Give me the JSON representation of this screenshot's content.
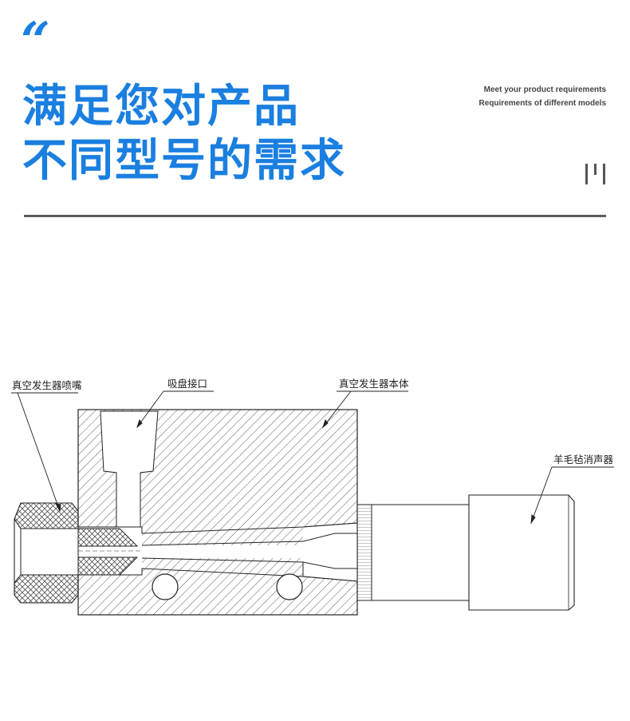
{
  "header": {
    "quote_mark": "“",
    "title_line1": "满足您对产品",
    "title_line2": "不同型号的需求",
    "subtitle_line1": "Meet your product requirements",
    "subtitle_line2": "Requirements of different models"
  },
  "diagram": {
    "label_nozzle": "真空发生器喷嘴",
    "label_suction_port": "吸盘接口",
    "label_body": "真空发生器本体",
    "label_silencer": "羊毛毡消声器"
  },
  "colors": {
    "accent": "#1a7fe0",
    "rule": "#5a5a5a",
    "line": "#222222"
  }
}
